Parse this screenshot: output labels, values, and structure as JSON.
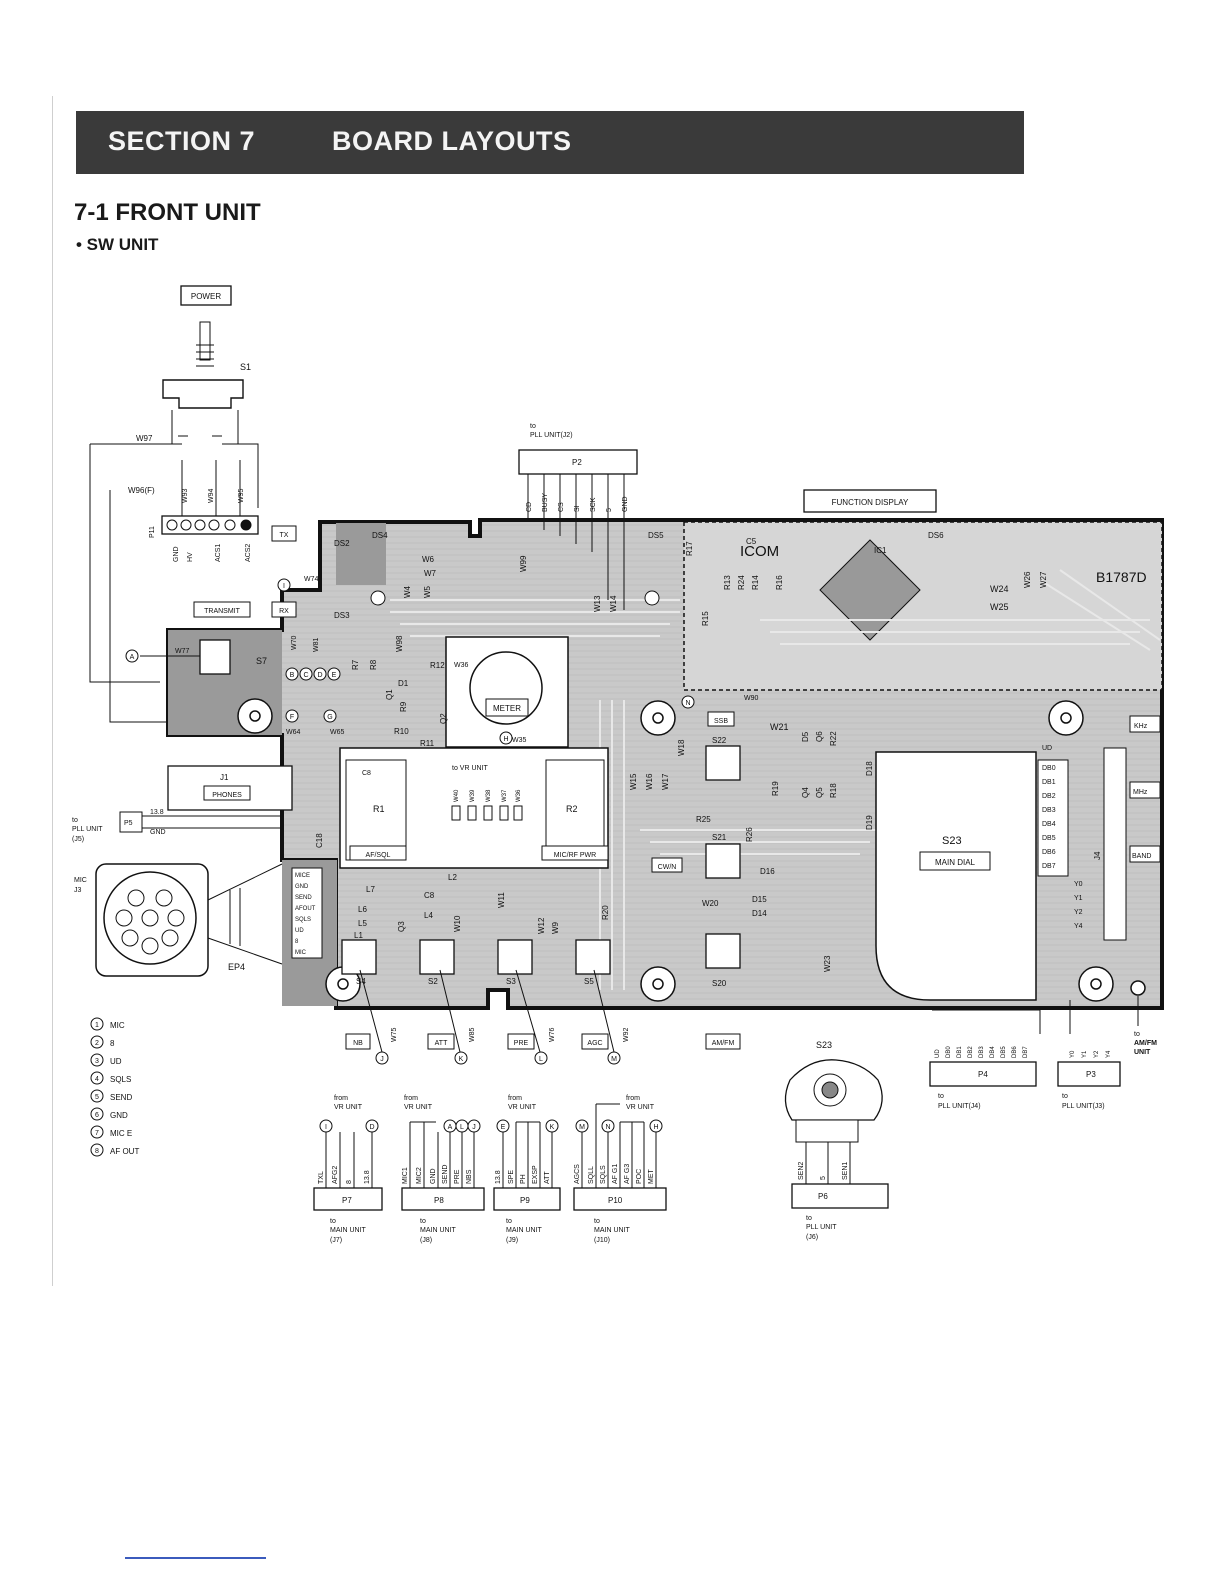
{
  "header": {
    "section": "SECTION  7",
    "title": "BOARD LAYOUTS"
  },
  "heading": {
    "number_title": "7-1  FRONT UNIT",
    "subtitle": "• SW UNIT"
  },
  "labels": {
    "power": "POWER",
    "s1": "S1",
    "w97": "W97",
    "w96f": "W96(F)",
    "w93": "W93",
    "w94": "W94",
    "w95": "W95",
    "p11": "P11",
    "gnd": "GND",
    "hv": "HV",
    "acs1": "ACS1",
    "acs2": "ACS2",
    "tx": "TX",
    "rx": "RX",
    "transmit": "TRANSMIT",
    "w74": "W74",
    "w77": "W77",
    "s7": "S7",
    "ds2": "DS2",
    "ds3": "DS3",
    "ds4": "DS4",
    "ds5": "DS5",
    "ds6": "DS6",
    "w6": "W6",
    "w7": "W7",
    "w4": "W4",
    "w5": "W5",
    "w98": "W98",
    "w70": "W70",
    "w81": "W81",
    "w64": "W64",
    "w65": "W65",
    "r7": "R7",
    "r8": "R8",
    "d1": "D1",
    "r9": "R9",
    "q1": "Q1",
    "q2": "Q2",
    "r10": "R10",
    "r11": "R11",
    "r12": "R12",
    "w36": "W36",
    "meter": "METER",
    "w35": "W35",
    "j1": "J1",
    "phones": "PHONES",
    "p5": "P5",
    "p5_13v": "13.8",
    "p5_gnd": "GND",
    "to_pll_j5": "to\nPLL UNIT\n(J5)",
    "c8": "C8",
    "to_vr_unit": "to VR UNIT",
    "w40": "W40",
    "w39": "W39",
    "w38": "W38",
    "w37": "W37",
    "w36b": "W36",
    "r1": "R1",
    "r2": "R2",
    "af_sql": "AF/SQL",
    "mic_rf_pwr": "MIC/RF PWR",
    "c18": "C18",
    "l2": "L2",
    "l7": "L7",
    "l6": "L6",
    "l5": "L5",
    "l1": "L1",
    "c8b": "C8",
    "l4": "L4",
    "q3": "Q3",
    "w10": "W10",
    "w11": "W11",
    "w12": "W12",
    "w9": "W9",
    "r20": "R20",
    "mic_j3": "MIC\nJ3",
    "ep4": "EP4",
    "s4": "S4",
    "s2": "S2",
    "s3": "S3",
    "s5": "S5",
    "to_pll_j2": "to\nPLL UNIT(J2)",
    "p2": "P2",
    "p2_pins": [
      "CD",
      "BUSY",
      "CS",
      "SI",
      "SCK",
      "5",
      "GND"
    ],
    "w99": "W99",
    "w13": "W13",
    "w14": "W14",
    "ds5b": "DS5",
    "function_display": "FUNCTION DISPLAY",
    "r17": "R17",
    "c5": "C5",
    "icom": "ICOM",
    "ic1": "IC1",
    "r13": "R13",
    "r24": "R24",
    "r14": "R14",
    "r16": "R16",
    "r15": "R15",
    "w24": "W24",
    "w25": "W25",
    "w26": "W26",
    "w27": "W27",
    "b1787": "B1787D",
    "w90": "W90",
    "ssb": "SSB",
    "w21": "W21",
    "w18": "W18",
    "s22": "S22",
    "d5": "D5",
    "q6": "Q6",
    "r22": "R22",
    "d18": "D18",
    "q4": "Q4",
    "q5": "Q5",
    "r19": "R19",
    "r18": "R18",
    "d19": "D19",
    "w15": "W15",
    "w16": "W16",
    "w17": "W17",
    "r25": "R25",
    "r26": "R26",
    "s21": "S21",
    "cwn": "CW/N",
    "w20": "W20",
    "d16": "D16",
    "d15": "D15",
    "d14": "D14",
    "s20": "S20",
    "w23": "W23",
    "s23": "S23",
    "main_dial": "MAIN DIAL",
    "ud": "UD",
    "db_pins": [
      "DB0",
      "DB1",
      "DB2",
      "DB3",
      "DB4",
      "DB5",
      "DB6",
      "DB7"
    ],
    "y_pins": [
      "Y0",
      "Y1",
      "Y2",
      "Y4"
    ],
    "j4": "J4",
    "khz": "KHz",
    "mhz": "MHz",
    "band": "BAND",
    "nb": "NB",
    "att": "ATT",
    "pre": "PRE",
    "agc": "AGC",
    "amfm": "AM/FM",
    "w75": "W75",
    "w85": "W85",
    "w76": "W76",
    "w92": "W92",
    "to_amfm_unit": "to\nAM/FM\nUNIT",
    "s23b": "S23",
    "p4": "P4",
    "p3": "P3",
    "p4_pins": [
      "UD",
      "DB0",
      "DB1",
      "DB2",
      "DB3",
      "DB4",
      "DB5",
      "DB6",
      "DB7"
    ],
    "p3_pins": [
      "Y0",
      "Y1",
      "Y2",
      "Y4"
    ],
    "to_pll_j4": "to\nPLL  UNIT(J4)",
    "to_pll_j3": "to\nPLL UNIT(J3)",
    "p6": "P6",
    "p6_pins": [
      "SEN2",
      "5",
      "SEN1"
    ],
    "to_pll_j6": "to\nPLL UNIT\n(J6)",
    "from_vr_unit": "from\nVR UNIT",
    "p7": "P7",
    "p7_pins": [
      "TXL",
      "AFG2",
      "8",
      "13.8"
    ],
    "to_main_j7": "to\nMAIN UNIT\n(J7)",
    "p8": "P8",
    "p8_pins": [
      "MIC1",
      "MIC2",
      "GND",
      "SEND",
      "PRE",
      "NBS"
    ],
    "to_main_j8": "to\nMAIN UNIT\n(J8)",
    "p9": "P9",
    "p9_pins": [
      "13.8",
      "SPE",
      "PH",
      "EXSP",
      "ATT"
    ],
    "to_main_j9": "to\nMAIN UNIT\n(J9)",
    "p10": "P10",
    "p10_pins": [
      "AGCS",
      "SQLL",
      "SQLS",
      "AF G1",
      "AF G3",
      "POC",
      "MET"
    ],
    "to_main_j10": "to\nMAIN UNIT\n(J10)",
    "ep4_pins": [
      "MICE",
      "GND",
      "SEND",
      "AFOUT",
      "SQLS",
      "UD",
      "8",
      "MIC"
    ],
    "mic_legend": [
      {
        "n": "1",
        "t": "MIC"
      },
      {
        "n": "2",
        "t": "8"
      },
      {
        "n": "3",
        "t": "UD"
      },
      {
        "n": "4",
        "t": "SQLS"
      },
      {
        "n": "5",
        "t": "SEND"
      },
      {
        "n": "6",
        "t": "GND"
      },
      {
        "n": "7",
        "t": "MIC E"
      },
      {
        "n": "8",
        "t": "AF OUT"
      }
    ],
    "circle_letters": [
      "A",
      "B",
      "C",
      "D",
      "E",
      "F",
      "G",
      "H",
      "I",
      "J",
      "K",
      "L",
      "M",
      "N"
    ]
  }
}
